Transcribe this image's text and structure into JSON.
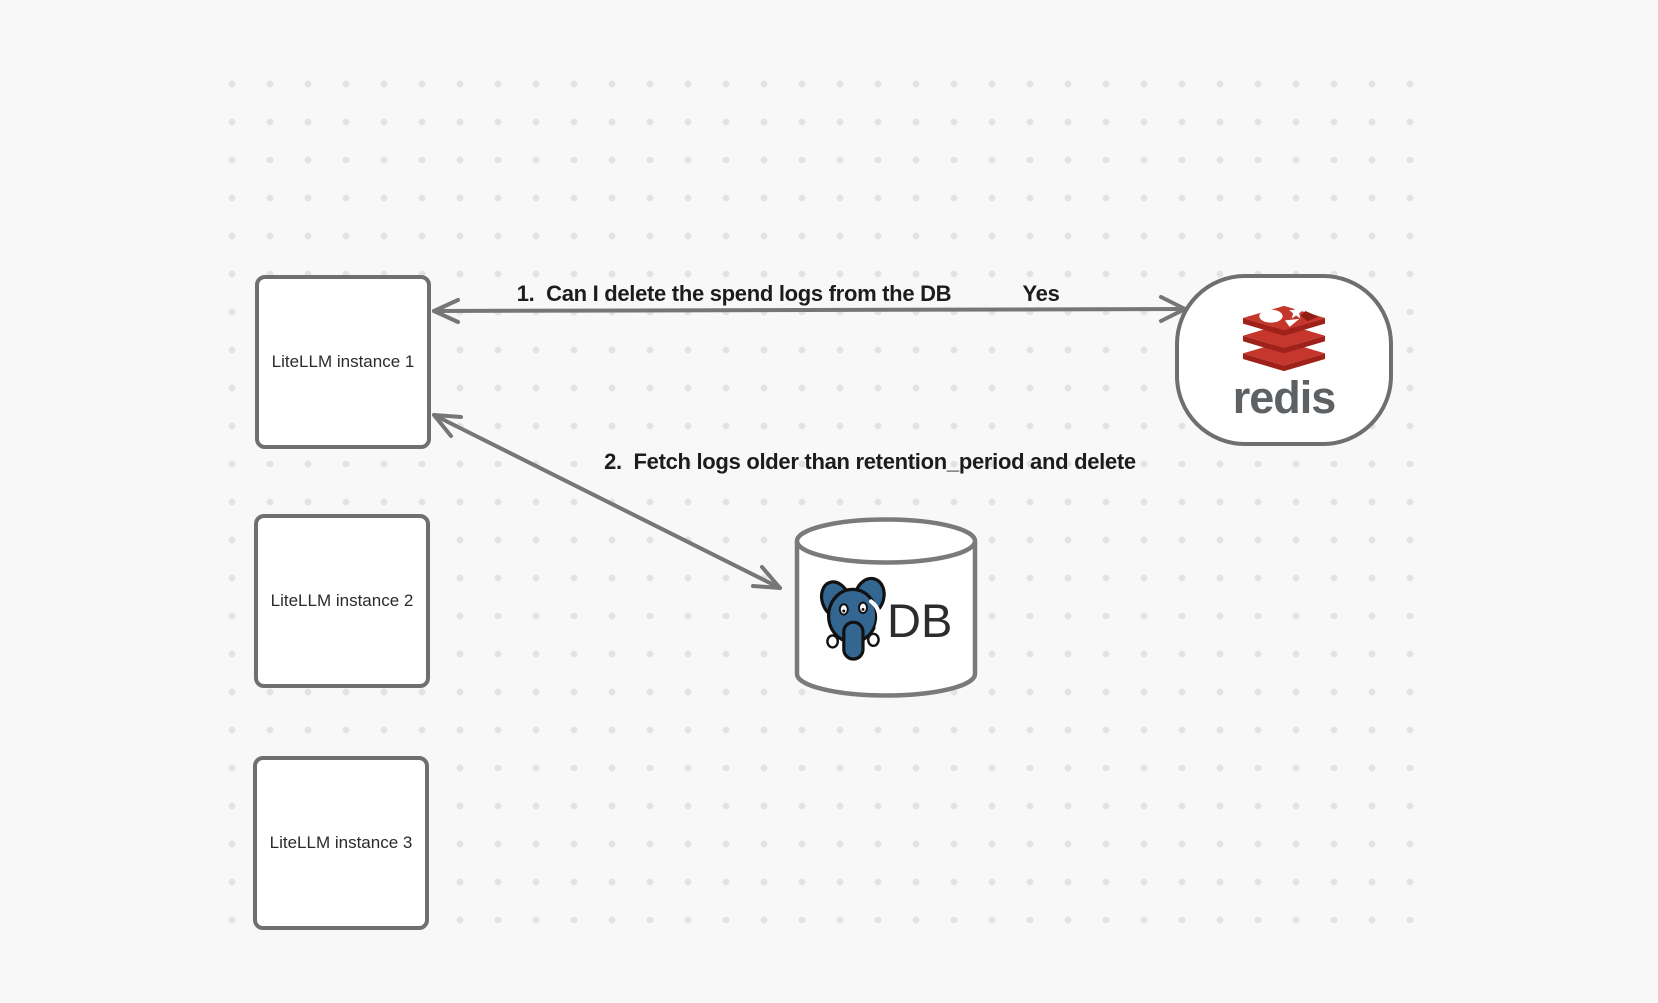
{
  "canvas": {
    "background_color": "#f8f8f8",
    "dot_color": "#e3e3e3",
    "stroke_color": "#737373"
  },
  "nodes": {
    "litellm_instances": [
      {
        "label": "LiteLLM instance 1"
      },
      {
        "label": "LiteLLM instance 2"
      },
      {
        "label": "LiteLLM instance 3"
      }
    ],
    "redis": {
      "wordmark": "redis",
      "logo_icon": "redis-stacked-discs-logo",
      "logo_red": "#c5362c",
      "logo_dark_red": "#a0211a",
      "wordmark_color": "#5e6164"
    },
    "database": {
      "label": "DB",
      "logo_icon": "postgresql-elephant-logo",
      "postgres_blue": "#336791",
      "shape": "cylinder"
    }
  },
  "arrows": [
    {
      "label": "1.  Can I delete the spend logs from the DB",
      "response": "Yes",
      "endpoints": [
        "LiteLLM instance 1",
        "redis"
      ],
      "heads": "both"
    },
    {
      "label": "2.  Fetch logs older than retention_period and delete",
      "endpoints": [
        "LiteLLM instance 1",
        "DB"
      ],
      "heads": "both"
    }
  ]
}
